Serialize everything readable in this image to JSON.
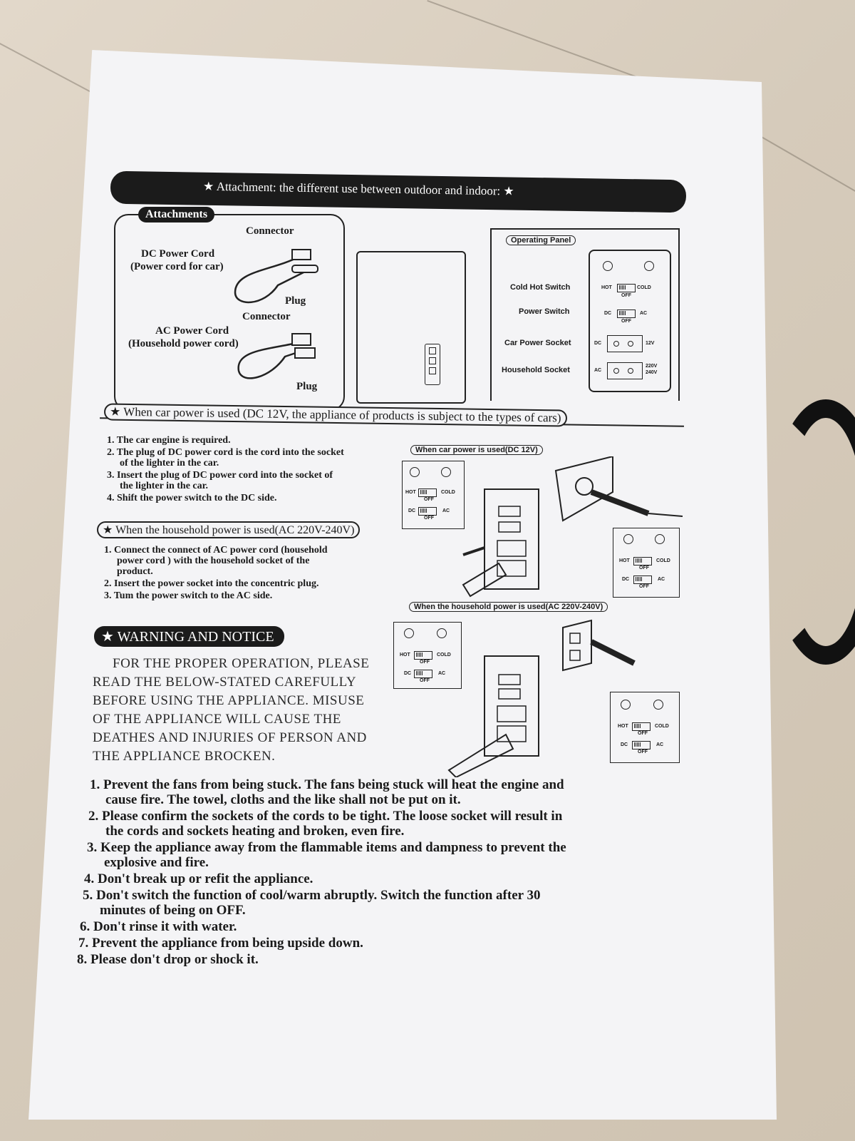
{
  "title": "Attachment: the different use between outdoor and indoor:",
  "attachments": {
    "label": "Attachments",
    "dc_cord": {
      "connector": "Connector",
      "name": "DC Power Cord",
      "desc": "(Power cord for car)",
      "plug": "Plug"
    },
    "ac_cord": {
      "connector": "Connector",
      "name": "AC Power Cord",
      "desc": "(Household power cord)",
      "plug": "Plug"
    }
  },
  "operating_panel": {
    "label": "Operating Panel",
    "cold_hot_switch": "Cold Hot Switch",
    "power_switch": "Power Switch",
    "car_power_socket": "Car Power Socket",
    "household_socket": "Household Socket",
    "hot": "HOT",
    "cold": "COLD",
    "off": "OFF",
    "dc": "DC",
    "ac": "AC",
    "v12": "12V",
    "v220": "220V",
    "v240": "240V"
  },
  "car_section": {
    "heading": "When car power is used (DC 12V, the appliance of products is subject to the types of cars)",
    "diagram_label": "When car power is used(DC 12V)",
    "steps": [
      "1. The car engine is required.",
      "2. The plug of DC power cord is the cord into the socket",
      "of the lighter in the car.",
      "3. Insert the plug of DC power  cord  into  the socket of",
      "the lighter in the car.",
      "4. Shift the power switch to the DC side."
    ]
  },
  "household_section": {
    "heading": "When the household power is used(AC 220V-240V)",
    "diagram_label": "When the household power is used(AC 220V-240V)",
    "steps": [
      "1. Connect  the  connect  of  AC power cord (household",
      "power   cord )  with   the  household  socket  of   the",
      "product.",
      "2. Insert the power socket into the concentric plug.",
      "3. Tum the power switch to the AC side."
    ]
  },
  "warning": {
    "heading": "WARNING AND NOTICE",
    "intro": [
      "FOR THE PROPER  OPERATION, PLEASE",
      "READ  THE   BELOW-STATED   CAREFULLY",
      "BEFORE  USING  THE APPLIANCE. MISUSE",
      "OF  THE   APPLIANCE   WILL   CAUSE THE",
      "DEATHES AND INJURIES  OF PERSON AND",
      "THE APPLIANCE BROCKEN."
    ],
    "items": [
      "1. Prevent the fans from being stuck. The fans being stuck will heat the engine and",
      "cause fire. The towel, cloths and the like shall not be put on it.",
      "2. Please confirm the sockets of the cords to be tight. The loose socket will result in",
      "the cords and sockets heating and broken, even fire.",
      "3. Keep the appliance away from the flammable items and dampness to prevent the",
      "explosive and fire.",
      "4. Don't break up or refit the appliance.",
      "5. Don't switch the function of cool/warm abruptly. Switch the function after 30",
      "minutes of  being on OFF.",
      "6. Don't rinse it with water.",
      "7. Prevent the appliance from being upside down.",
      "8. Please don't drop or shock it."
    ]
  },
  "colors": {
    "paper": "#f4f4f6",
    "ink": "#1b1b1b",
    "table": "#d9cfc1"
  }
}
